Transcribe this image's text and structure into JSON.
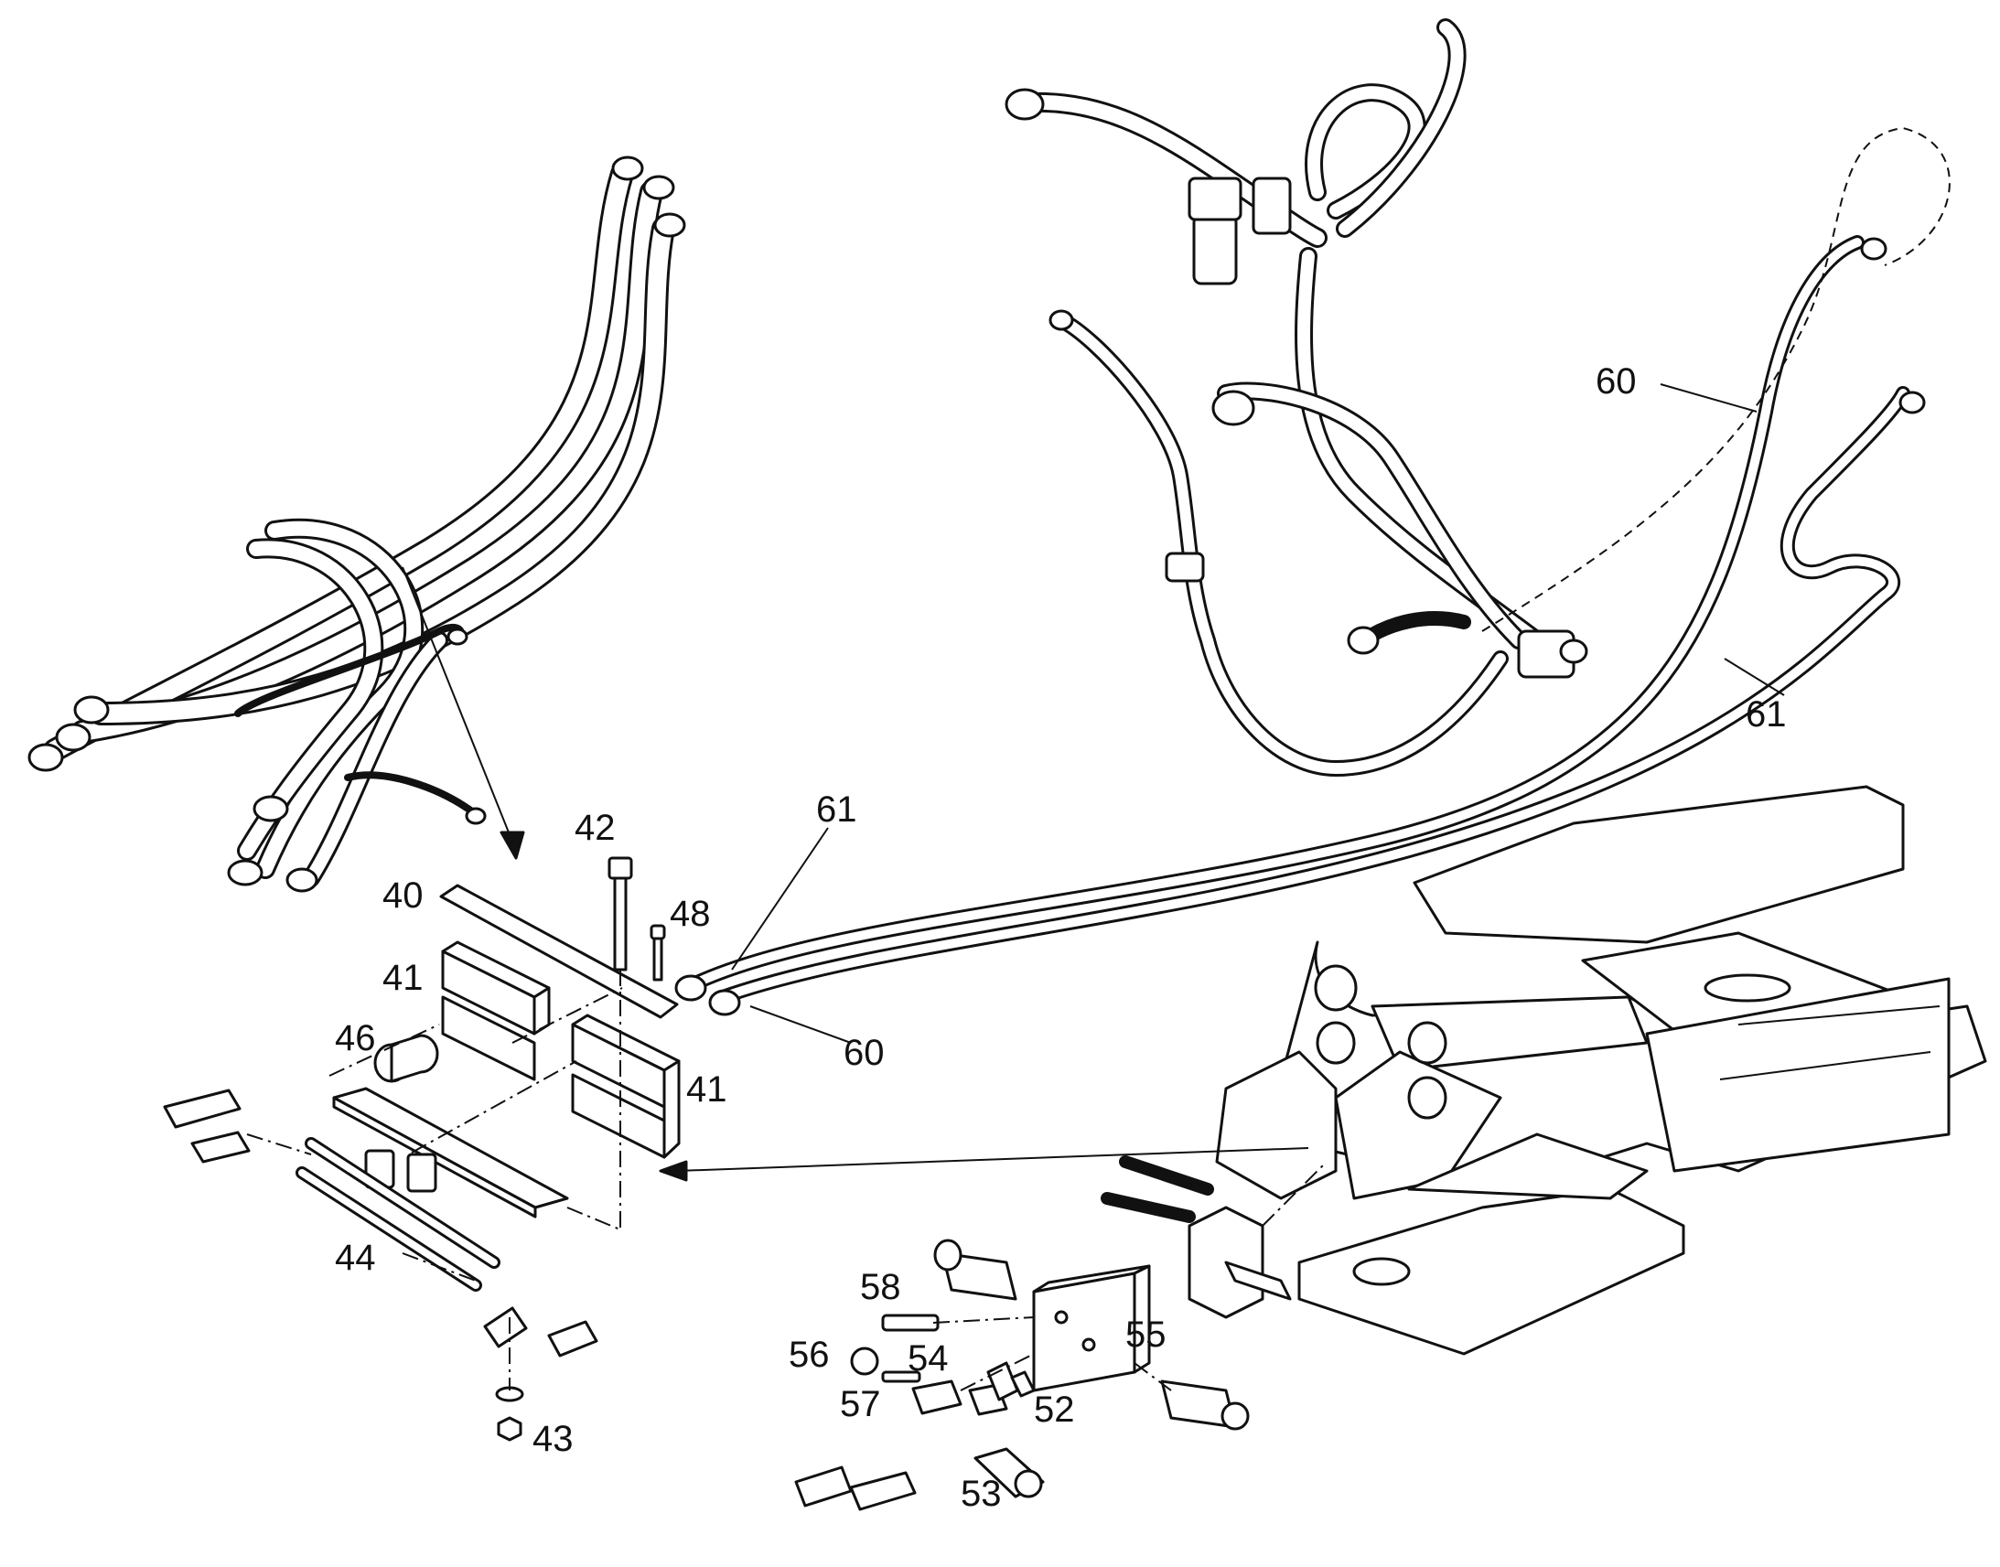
{
  "callouts": {
    "c40": "40",
    "c41a": "41",
    "c41b": "41",
    "c42": "42",
    "c43": "43",
    "c44": "44",
    "c46": "46",
    "c48": "48",
    "c52": "52",
    "c53": "53",
    "c54": "54",
    "c55": "55",
    "c56": "56",
    "c57": "57",
    "c58": "58",
    "c60a": "60",
    "c60b": "60",
    "c61a": "61",
    "c61b": "61"
  }
}
